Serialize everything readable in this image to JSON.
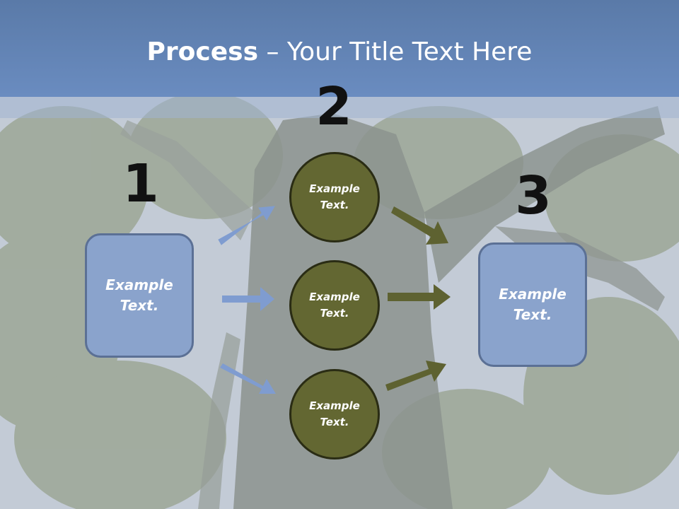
{
  "slide": {
    "title_bold": "Process",
    "title_rest": " – Your Title Text Here"
  },
  "steps": {
    "n1": "1",
    "n2": "2",
    "n3": "3"
  },
  "nodes": {
    "left": "Example\nText.",
    "mid_top": "Example\nText.",
    "mid_center": "Example\nText.",
    "mid_bottom": "Example\nText.",
    "right": "Example\nText."
  },
  "colors": {
    "box_fill": "#8aa3cc",
    "circle_fill": "#636732",
    "arrow_blue": "#7f9cd0",
    "arrow_olive": "#5e6231",
    "title_bar": "#6a8cc0"
  }
}
